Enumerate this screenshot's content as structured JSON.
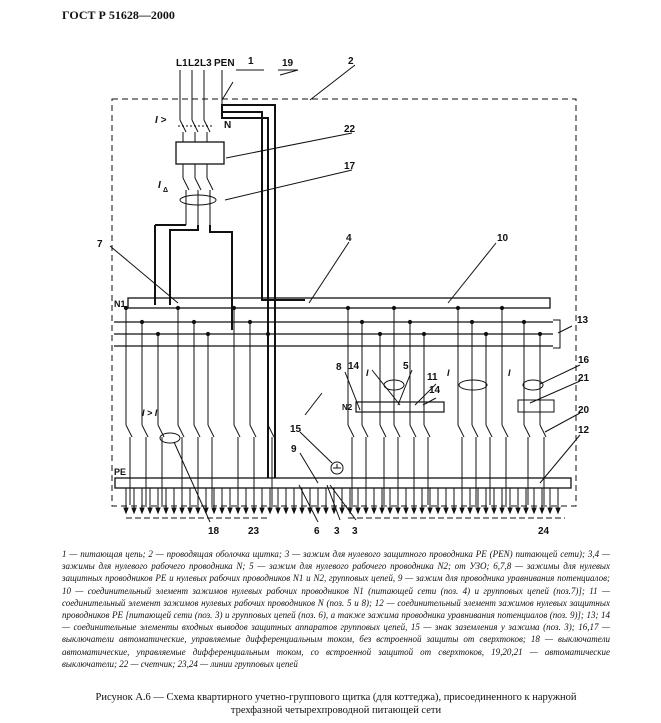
{
  "header": {
    "standard": "ГОСТ Р 51628—2000"
  },
  "diagram": {
    "phase_labels": [
      "L1",
      "L2",
      "L3",
      "PEN"
    ],
    "neutral_label": "N",
    "bus_labels": {
      "n1": "N1",
      "n2": "N2",
      "pe": "PE"
    },
    "breaker_label": "I >",
    "rcd_label": "I",
    "rcd_sub": "Δ",
    "breaker_rcd_label": "I > I",
    "callouts": [
      "1",
      "2",
      "19",
      "22",
      "17",
      "7",
      "4",
      "10",
      "13",
      "8",
      "14",
      "5",
      "11",
      "14",
      "16",
      "21",
      "20",
      "12",
      "15",
      "9",
      "18",
      "23",
      "6",
      "3",
      "3",
      "24"
    ]
  },
  "legend": {
    "text": "1 — питающая цепь; 2 — проводящая оболочка щитка; 3 — зажим для нулевого защитного проводника PE (PEN) питающей сети); 3,4 — зажимы для нулевого рабочего проводника N; 5 — зажим для нулевого рабочего проводника N2; от УЗО; 6,7,8 — зажимы для нулевых защитных проводников PE и нулевых рабочих проводников N1 и N2, групповых цепей, 9 — зажим для проводника уравнивания потенциалов; 10 — соединительный элемент зажимов нулевых рабочих проводников N1 (питающей сети (поз. 4) и групповых цепей (поз.7)]; 11 — соединительный элемент зажимов нулевых рабочих проводников N (поз. 5 и 8); 12 — соединительный элемент зажимов нулевых защитных проводников PE [питающей сети (поз. 3) и групповых цепей (поз. 6), а также зажима проводника уравнивания потенциалов (поз. 9)]; 13; 14 — соединительные элементы входных выводов защитных аппаратов групповых цепей, 15 — знак заземления у зажима (поз. 3); 16,17 — выключатели автоматические, управляемые дифференциальным током, без встроенной защиты от сверхтоков; 18 — выключатели автоматические, управляемые дифференциальным током, со встроенной защитой от сверхтоков, 19,20,21 — автоматические выключатели; 22 — счетчик; 23,24 — линии групповых цепей"
  },
  "caption": {
    "line1": "Рисунок А.6 — Схема квартирного учетно-группового щитка (для коттеджа), присоединенного к наружной",
    "line2": "трехфазной четырехпроводной питающей сети"
  }
}
